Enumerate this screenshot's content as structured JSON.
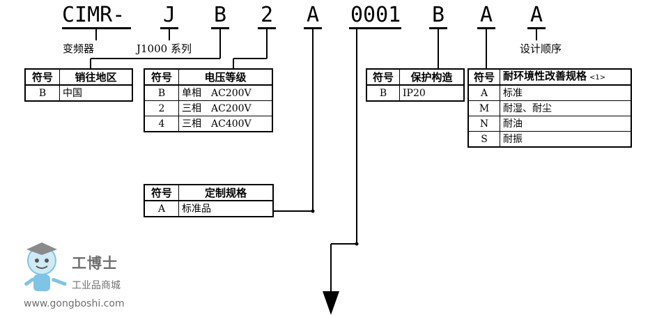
{
  "model_code": {
    "seg1": "CIMR-",
    "seg2": "J",
    "seg3": "B",
    "seg4": "2",
    "seg5": "A",
    "seg6": "0001",
    "seg7": "B",
    "seg8": "A",
    "seg9": "A"
  },
  "labels": {
    "inverter": "变频器",
    "series": "J1000 系列",
    "design_order": "设计顺序"
  },
  "region_table": {
    "header": [
      "符号",
      "销往地区"
    ],
    "rows": [
      [
        "B",
        "中国"
      ]
    ]
  },
  "voltage_table": {
    "header": [
      "符号",
      "电压等级"
    ],
    "rows": [
      [
        "B",
        "单相　AC200V"
      ],
      [
        "2",
        "三相　AC200V"
      ],
      [
        "4",
        "三相　AC400V"
      ]
    ]
  },
  "custom_table": {
    "header": [
      "符号",
      "定制规格"
    ],
    "rows": [
      [
        "A",
        "标准品"
      ]
    ]
  },
  "protection_table": {
    "header": [
      "符号",
      "保护构造"
    ],
    "rows": [
      [
        "B",
        "IP20"
      ]
    ]
  },
  "environment_table": {
    "header": [
      "符号",
      "耐环境性改善规格"
    ],
    "note": "<1>",
    "rows": [
      [
        "A",
        "标准"
      ],
      [
        "M",
        "耐湿、耐尘"
      ],
      [
        "N",
        "耐油"
      ],
      [
        "S",
        "耐振"
      ]
    ]
  },
  "watermark": {
    "brand": "工博士",
    "subtitle": "工业品商城",
    "url": "www.gongboshi.com"
  },
  "colors": {
    "line": "#000000",
    "watermark": "#6f6f6f",
    "mascot": "#7fc4e6"
  }
}
